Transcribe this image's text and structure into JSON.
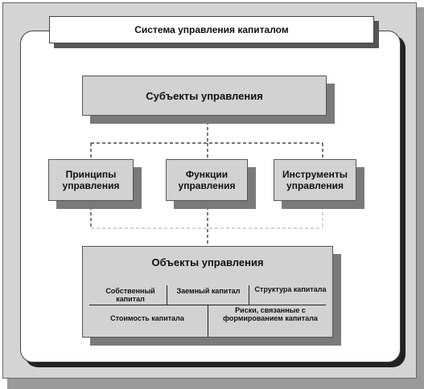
{
  "diagram": {
    "title": "Система управления капиталом",
    "subjects": "Субъекты управления",
    "principles": "Принципы управления",
    "functions": "Функции управления",
    "instruments": "Инструменты управления",
    "objects": {
      "title": "Объекты управления",
      "own_capital": "Собственный капитал",
      "borrowed_capital": "Заемный капитал",
      "capital_structure": "Структура капитала",
      "capital_cost": "Стоимость капитала",
      "risks": "Риски, связанные с формированием капитала"
    }
  }
}
